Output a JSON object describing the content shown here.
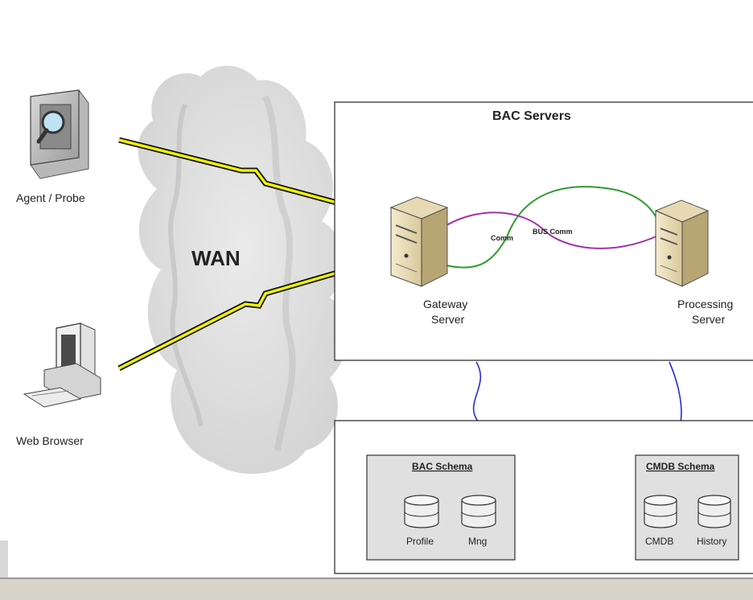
{
  "nodes": {
    "agent": "Agent / Probe",
    "browser": "Web Browser",
    "wan": "WAN",
    "bac_servers": "BAC Servers",
    "gateway_line1": "Gateway",
    "gateway_line2": "Server",
    "processing_line1": "Processing",
    "processing_line2": "Server",
    "comm": "Comm",
    "bus_comm": "BUS Comm"
  },
  "schemas": {
    "bac": {
      "title": "BAC Schema",
      "db1": "Profile",
      "db2": "Mng"
    },
    "cmdb": {
      "title": "CMDB Schema",
      "db1": "CMDB",
      "db2": "History"
    }
  },
  "colors": {
    "lightning": "#f2f200",
    "comm_purple": "#a033a8",
    "comm_green": "#2e9c2e",
    "db_link_blue": "#2a2ad0"
  }
}
